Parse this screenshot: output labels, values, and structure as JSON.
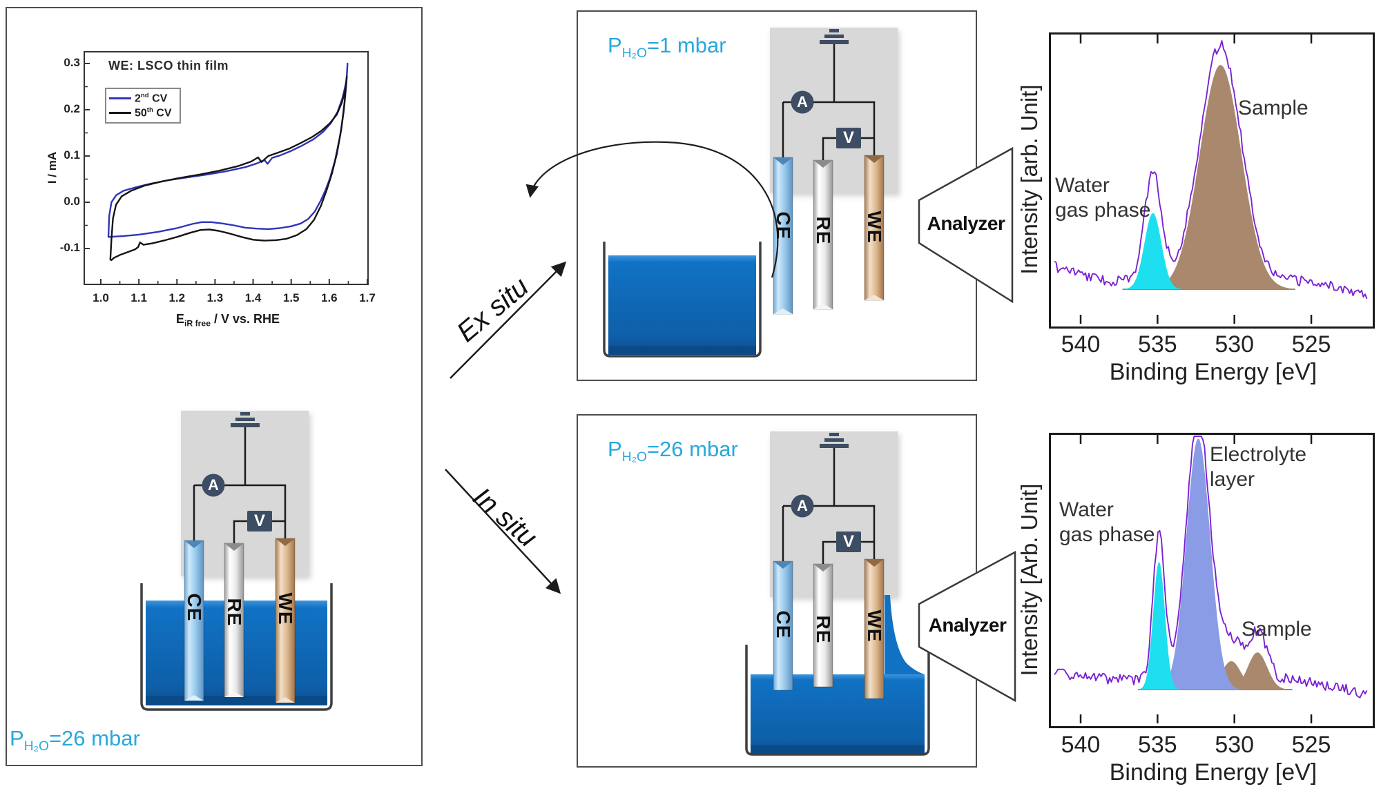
{
  "panels": {
    "left": {
      "pressure": {
        "p": "P",
        "sub": "H₂O",
        "val": "=26 mbar"
      },
      "cv": {
        "title": "WE: LSCO thin film",
        "ylabel": "I / mA",
        "xlabel_e": "E",
        "xlabel_sub": "iR free",
        "xlabel_rest": " /  V vs. RHE",
        "legend": [
          {
            "num": "2",
            "sup": "nd",
            "rest": " CV"
          },
          {
            "num": "50",
            "sup": "th",
            "rest": " CV"
          }
        ]
      }
    },
    "mid_top": {
      "pressure": {
        "p": "P",
        "sub": "H₂O",
        "val": "=1 mbar"
      },
      "analyzer": "Analyzer"
    },
    "mid_bottom": {
      "pressure": {
        "p": "P",
        "sub": "H₂O",
        "val": "=26 mbar"
      },
      "analyzer": "Analyzer"
    }
  },
  "cell": {
    "ce": "CE",
    "re": "RE",
    "we": "WE",
    "ammeter": "A",
    "voltmeter": "V"
  },
  "arrows": {
    "ex_situ": "Ex situ",
    "in_situ": "In situ"
  },
  "spectra": {
    "top": {
      "ylabel": "Intensity [arb. Unit]",
      "xlabel": "Binding Energy [eV]",
      "labels": {
        "water": "Water",
        "gas_phase": "gas phase",
        "sample": "Sample"
      }
    },
    "bottom": {
      "ylabel": "Intensity [Arb. Unit]",
      "xlabel": "Binding Energy [eV]",
      "labels": {
        "water": "Water",
        "gas_phase": "gas phase",
        "electrolyte": "Electrolyte",
        "layer": "layer",
        "sample": "Sample"
      }
    }
  },
  "colors": {
    "accent_cyan": "#29a8dc",
    "electrolyte_blue": "#1172c4",
    "trace_purple": "#7b22d3",
    "water_peak_cyan": "#1ddff0",
    "electrolyte_peak_blue": "#8b9ce6",
    "sample_peak_brown": "#a9886d",
    "cv_blue": "#2f35b8",
    "cv_black": "#141414"
  },
  "chart_data": [
    {
      "type": "line",
      "title": "WE: LSCO thin film",
      "xlabel": "E_iR free / V vs. RHE",
      "ylabel": "I / mA",
      "xlim": [
        0.96,
        1.7
      ],
      "ylim": [
        -0.175,
        0.325
      ],
      "x_ticks": [
        "1.0",
        "1.1",
        "1.2",
        "1.3",
        "1.4",
        "1.5",
        "1.6",
        "1.7"
      ],
      "y_ticks": [
        "0.3",
        "0.2",
        "0.1",
        "0.0",
        "-0.1"
      ],
      "series": [
        {
          "name": "2nd CV",
          "color": "#2f35b8",
          "points": [
            [
              1.02,
              -0.075
            ],
            [
              1.022,
              -0.03
            ],
            [
              1.028,
              0.0
            ],
            [
              1.04,
              0.015
            ],
            [
              1.06,
              0.025
            ],
            [
              1.09,
              0.032
            ],
            [
              1.13,
              0.04
            ],
            [
              1.18,
              0.048
            ],
            [
              1.23,
              0.054
            ],
            [
              1.28,
              0.06
            ],
            [
              1.33,
              0.067
            ],
            [
              1.38,
              0.076
            ],
            [
              1.41,
              0.084
            ],
            [
              1.43,
              0.091
            ],
            [
              1.438,
              0.083
            ],
            [
              1.45,
              0.096
            ],
            [
              1.47,
              0.101
            ],
            [
              1.5,
              0.111
            ],
            [
              1.53,
              0.123
            ],
            [
              1.56,
              0.137
            ],
            [
              1.585,
              0.153
            ],
            [
              1.605,
              0.172
            ],
            [
              1.622,
              0.196
            ],
            [
              1.635,
              0.226
            ],
            [
              1.645,
              0.262
            ],
            [
              1.648,
              0.3
            ],
            [
              1.645,
              0.258
            ],
            [
              1.638,
              0.196
            ],
            [
              1.628,
              0.142
            ],
            [
              1.615,
              0.09
            ],
            [
              1.602,
              0.052
            ],
            [
              1.59,
              0.026
            ],
            [
              1.578,
              0.004
            ],
            [
              1.562,
              -0.02
            ],
            [
              1.545,
              -0.036
            ],
            [
              1.525,
              -0.046
            ],
            [
              1.5,
              -0.052
            ],
            [
              1.47,
              -0.056
            ],
            [
              1.44,
              -0.058
            ],
            [
              1.41,
              -0.057
            ],
            [
              1.38,
              -0.055
            ],
            [
              1.35,
              -0.05
            ],
            [
              1.32,
              -0.046
            ],
            [
              1.29,
              -0.043
            ],
            [
              1.265,
              -0.043
            ],
            [
              1.24,
              -0.047
            ],
            [
              1.2,
              -0.056
            ],
            [
              1.15,
              -0.064
            ],
            [
              1.1,
              -0.07
            ],
            [
              1.06,
              -0.073
            ],
            [
              1.02,
              -0.075
            ]
          ]
        },
        {
          "name": "50th CV",
          "color": "#141414",
          "points": [
            [
              1.025,
              -0.124
            ],
            [
              1.028,
              -0.08
            ],
            [
              1.032,
              -0.035
            ],
            [
              1.04,
              -0.005
            ],
            [
              1.055,
              0.013
            ],
            [
              1.08,
              0.025
            ],
            [
              1.115,
              0.036
            ],
            [
              1.16,
              0.045
            ],
            [
              1.21,
              0.053
            ],
            [
              1.26,
              0.06
            ],
            [
              1.31,
              0.068
            ],
            [
              1.36,
              0.078
            ],
            [
              1.395,
              0.088
            ],
            [
              1.413,
              0.097
            ],
            [
              1.422,
              0.087
            ],
            [
              1.44,
              0.1
            ],
            [
              1.465,
              0.107
            ],
            [
              1.495,
              0.116
            ],
            [
              1.525,
              0.128
            ],
            [
              1.555,
              0.141
            ],
            [
              1.58,
              0.155
            ],
            [
              1.602,
              0.171
            ],
            [
              1.62,
              0.19
            ],
            [
              1.633,
              0.215
            ],
            [
              1.642,
              0.243
            ],
            [
              1.646,
              0.272
            ],
            [
              1.64,
              0.215
            ],
            [
              1.632,
              0.16
            ],
            [
              1.62,
              0.105
            ],
            [
              1.607,
              0.062
            ],
            [
              1.593,
              0.026
            ],
            [
              1.578,
              -0.008
            ],
            [
              1.56,
              -0.038
            ],
            [
              1.54,
              -0.058
            ],
            [
              1.515,
              -0.071
            ],
            [
              1.488,
              -0.079
            ],
            [
              1.46,
              -0.082
            ],
            [
              1.43,
              -0.083
            ],
            [
              1.4,
              -0.081
            ],
            [
              1.37,
              -0.075
            ],
            [
              1.34,
              -0.068
            ],
            [
              1.31,
              -0.062
            ],
            [
              1.285,
              -0.059
            ],
            [
              1.262,
              -0.06
            ],
            [
              1.235,
              -0.066
            ],
            [
              1.2,
              -0.075
            ],
            [
              1.165,
              -0.083
            ],
            [
              1.135,
              -0.089
            ],
            [
              1.112,
              -0.092
            ],
            [
              1.103,
              -0.087
            ],
            [
              1.098,
              -0.097
            ],
            [
              1.09,
              -0.102
            ],
            [
              1.07,
              -0.108
            ],
            [
              1.05,
              -0.114
            ],
            [
              1.035,
              -0.12
            ],
            [
              1.028,
              -0.125
            ],
            [
              1.025,
              -0.124
            ]
          ]
        }
      ]
    },
    {
      "type": "area",
      "name": "xps_ex_situ",
      "xlabel": "Binding Energy [eV]",
      "ylabel": "Intensity [arb. Unit]",
      "x_ticks": [
        540,
        535,
        530,
        525
      ],
      "x_range": [
        542.0,
        521.0
      ],
      "x_reversed": true,
      "peaks": [
        {
          "label": "Sample",
          "center_eV": 530.9,
          "sigma_eV": 1.35,
          "height": 1.0,
          "trace_height": 1.05,
          "color": "#a9886d"
        },
        {
          "label": "Water gas phase",
          "center_eV": 535.3,
          "sigma_eV": 0.55,
          "height": 0.34,
          "trace_height": 0.48,
          "color": "#1ddff0"
        }
      ],
      "trace_color": "#7b22d3"
    },
    {
      "type": "area",
      "name": "xps_in_situ",
      "xlabel": "Binding Energy [eV]",
      "ylabel": "Intensity [Arb. Unit]",
      "x_ticks": [
        540,
        535,
        530,
        525
      ],
      "x_range": [
        542.0,
        521.0
      ],
      "x_reversed": true,
      "peaks": [
        {
          "label": "Sample",
          "center_eV": 530.2,
          "sigma_eV": 0.63,
          "height": 0.113,
          "trace_height": 0.15,
          "color": "#a9886d"
        },
        {
          "label": "Sample",
          "center_eV": 528.5,
          "sigma_eV": 0.63,
          "height": 0.148,
          "trace_height": 0.19,
          "color": "#a9886d"
        },
        {
          "label": "Electrolyte layer",
          "center_eV": 532.35,
          "sigma_eV": 0.78,
          "height": 1.0,
          "trace_height": 1.04,
          "color": "#8b9ce6"
        },
        {
          "label": "Water gas phase",
          "center_eV": 534.9,
          "sigma_eV": 0.38,
          "height": 0.51,
          "trace_height": 0.58,
          "color": "#1ddff0"
        }
      ],
      "trace_color": "#7b22d3"
    }
  ]
}
